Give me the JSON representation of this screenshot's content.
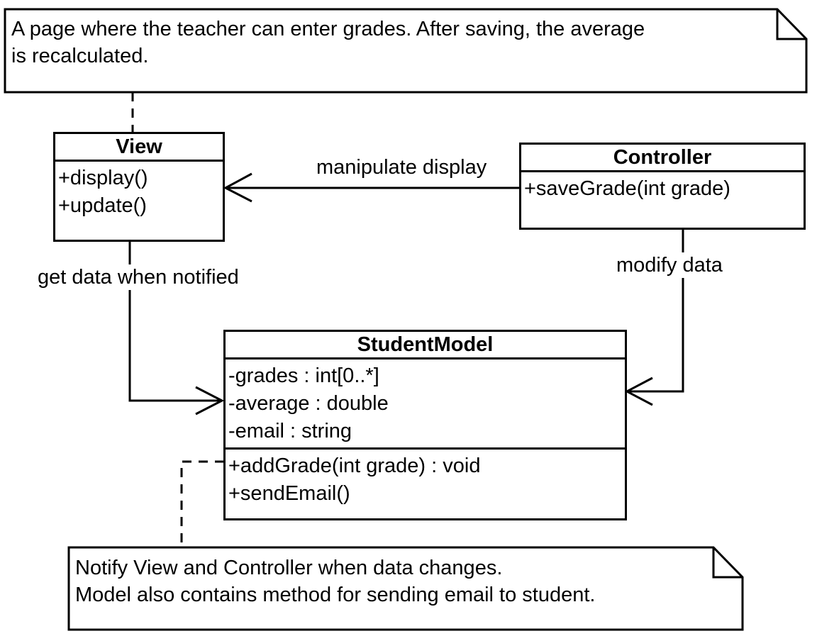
{
  "notes": {
    "top": {
      "lines": [
        "A page where the teacher can enter grades. After saving, the average",
        "is recalculated."
      ]
    },
    "bottom": {
      "lines": [
        "Notify View  and Controller  when data changes.",
        "Model also contains method for sending email to student."
      ]
    }
  },
  "classes": {
    "view": {
      "name": "View",
      "attributes": [],
      "operations": [
        "+display()",
        "+update()"
      ]
    },
    "controller": {
      "name": "Controller",
      "attributes": [],
      "operations": [
        "+saveGrade(int grade)"
      ]
    },
    "student_model": {
      "name": "StudentModel",
      "attributes": [
        "-grades : int[0..*]",
        "-average : double",
        "-email : string"
      ],
      "operations": [
        "+addGrade(int grade) : void",
        "+sendEmail()"
      ]
    }
  },
  "relations": {
    "controller_to_view": "manipulate display",
    "view_to_model": "get data when notified",
    "controller_to_model": "modify data"
  }
}
